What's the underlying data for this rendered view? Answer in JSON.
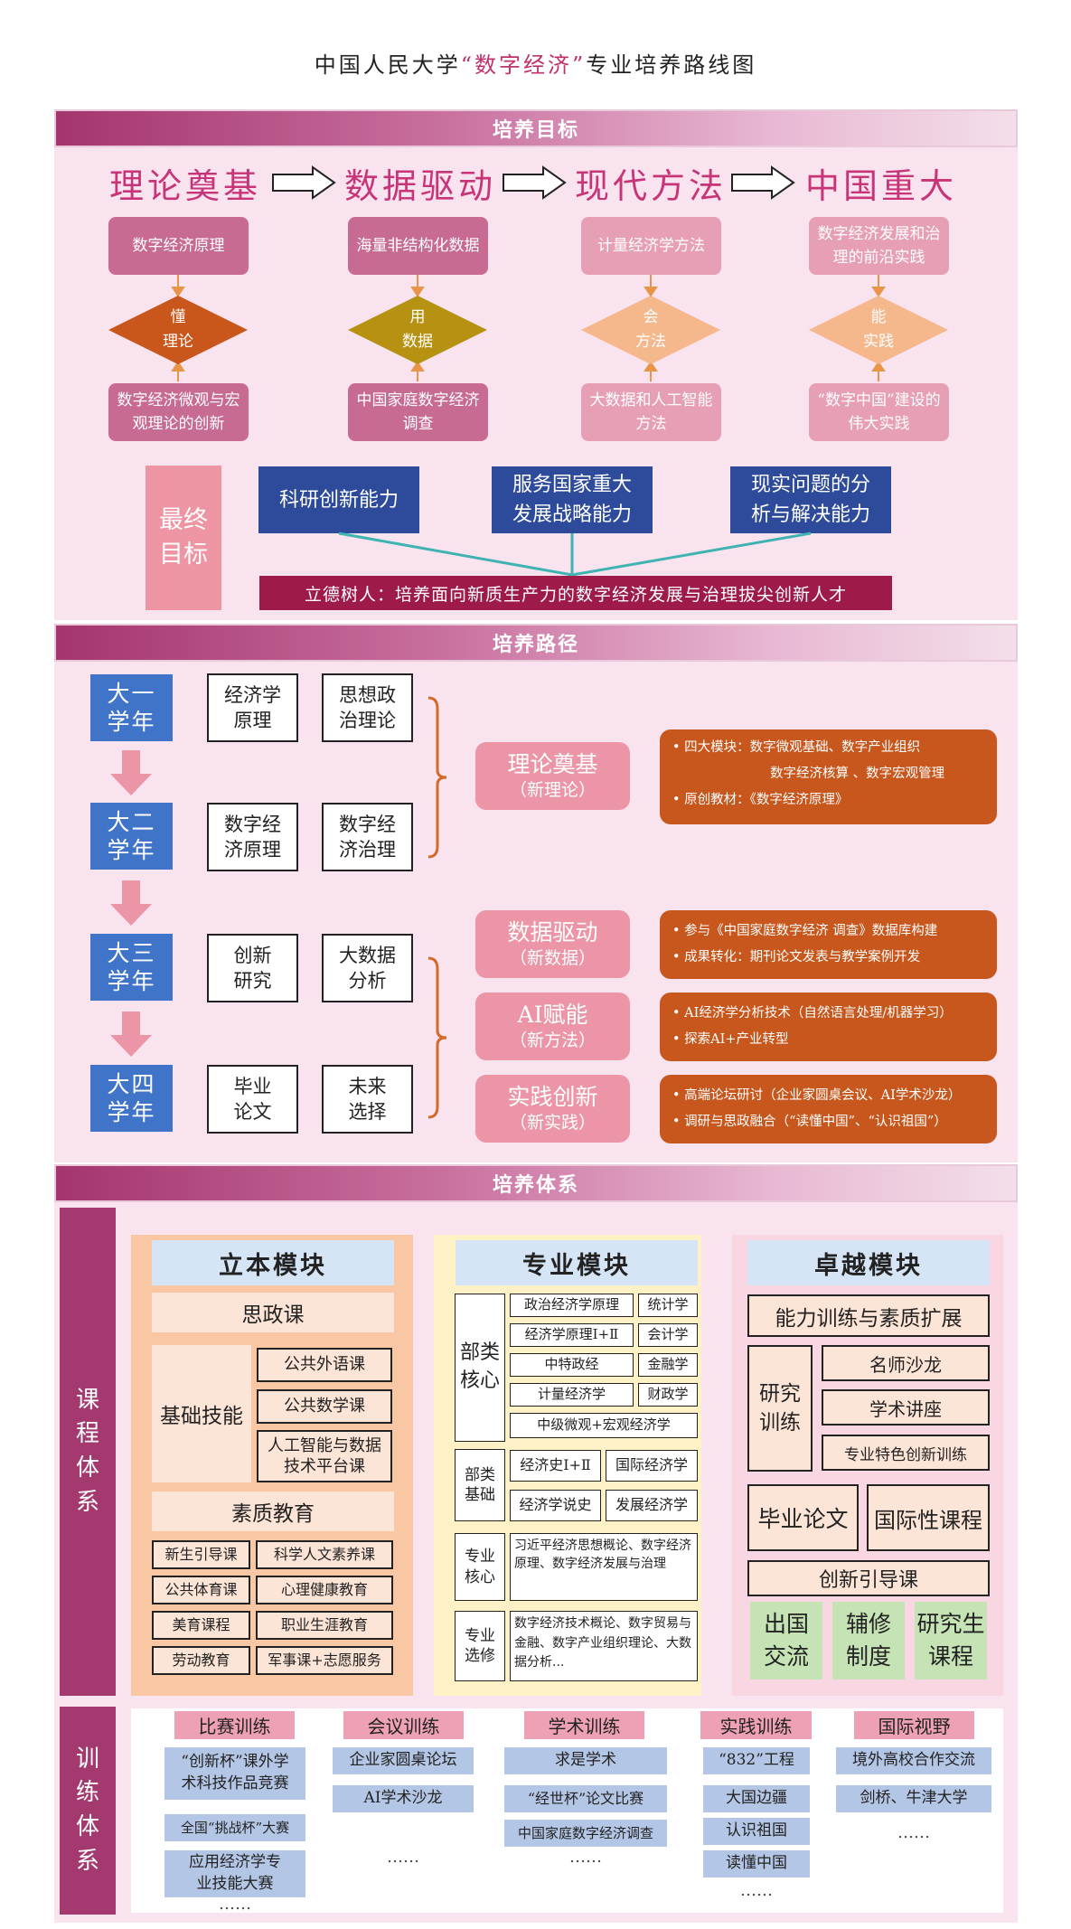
{
  "title": {
    "prefix": "中国人民大学",
    "highlight": "“数字经济”",
    "suffix": "专业培养路线图"
  },
  "sections": {
    "goal": "培养目标",
    "path": "培养路径",
    "system": "培养体系"
  },
  "goals": {
    "headings": [
      "理论奠基",
      "数据驱动",
      "现代方法",
      "中国重大"
    ],
    "top_boxes": [
      "数字经济原理",
      "海量非结构化数据",
      "计量经济学方法",
      "数字经济发展和治理的前沿实践"
    ],
    "diamonds": [
      "懂\n理论",
      "用\n数据",
      "会\n方法",
      "能\n实践"
    ],
    "bottom_boxes": [
      "数字经济微观与宏观理论的创新",
      "中国家庭数字经济调查",
      "大数据和人工智能方法",
      "“数字中国”建设的伟大实践"
    ],
    "final_label": "最终\n目标",
    "abilities": [
      "科研创新能力",
      "服务国家重大\n发展战略能力",
      "现实问题的分\n析与解决能力"
    ],
    "motto": "立德树人：培养面向新质生产力的数字经济发展与治理拔尖创新人才",
    "colors": {
      "diamond1": "#c9571b",
      "diamond2": "#b79112",
      "diamond3": "#f5b78c",
      "diamond4": "#f5b78c"
    }
  },
  "path": {
    "years": [
      {
        "label": "大一\n学年",
        "c1": "经济学\n原理",
        "c2": "思想政\n治理论"
      },
      {
        "label": "大二\n学年",
        "c1": "数字经\n济原理",
        "c2": "数字经\n济治理"
      },
      {
        "label": "大三\n学年",
        "c1": "创新\n研究",
        "c2": "大数据\n分析"
      },
      {
        "label": "大四\n学年",
        "c1": "毕业\n论文",
        "c2": "未来\n选择"
      }
    ],
    "pillars": [
      {
        "a": "理论奠基",
        "b": "（新理论）"
      },
      {
        "a": "数据驱动",
        "b": "（新数据）"
      },
      {
        "a": "AI赋能",
        "b": "（新方法）"
      },
      {
        "a": "实践创新",
        "b": "（新实践）"
      }
    ],
    "details": [
      [
        "• 四大模块：数字微观基础、数字产业组织",
        "数字经济核算 、数字宏观管理",
        "• 原创教材：《数字经济原理》"
      ],
      [
        "• 参与《中国家庭数字经济  调查》数据库构建",
        "• 成果转化：期刊论文发表与教学案例开发"
      ],
      [
        "• AI经济学分析技术（自然语言处理/机器学习）",
        "• 探索AI+产业转型"
      ],
      [
        "• 高端论坛研讨（企业家圆桌会议、AI学术沙龙）",
        "• 调研与思政融合（“读懂中国”、“认识祖国”）"
      ]
    ]
  },
  "course_system": {
    "label": "课\n程\n体\n系",
    "liben": {
      "header": "立本模块",
      "sizheng": "思政课",
      "basic_label": "基础技能",
      "basic_items": [
        "公共外语课",
        "公共数学课",
        "人工智能与数据\n技术平台课"
      ],
      "quality_label": "素质教育",
      "quality_items": [
        "新生引导课",
        "科学人文素养课",
        "公共体育课",
        "心理健康教育",
        "美育课程",
        "职业生涯教育",
        "劳动教育",
        "军事课+志愿服务"
      ]
    },
    "zhuanye": {
      "header": "专业模块",
      "core_label": "部类\n核心",
      "core_items": [
        "政治经济学原理",
        "统计学",
        "经济学原理Ⅰ+Ⅱ",
        "会计学",
        "中特政经",
        "金融学",
        "计量经济学",
        "财政学",
        "中级微观+宏观经济学"
      ],
      "basic_label": "部类\n基础",
      "basic_items": [
        "经济史Ⅰ+Ⅱ",
        "国际经济学",
        "经济学说史",
        "发展经济学"
      ],
      "major_core_label": "专业\n核心",
      "major_core_text": "习近平经济思想概论、数字经济原理、数字经济发展与治理",
      "elective_label": "专业\n选修",
      "elective_text": "数字经济技术概论、数字贸易与金融、数字产业组织理论、大数据分析..."
    },
    "zhuoyue": {
      "header": "卓越模块",
      "ability": "能力训练与素质扩展",
      "research_label": "研究\n训练",
      "research_items": [
        "名师沙龙",
        "学术讲座",
        "专业特色创新训练"
      ],
      "thesis": "毕业论文",
      "intl_course": "国际性课程",
      "innovation": "创新引导课",
      "green": [
        "出国\n交流",
        "辅修\n制度",
        "研究生\n课程"
      ]
    }
  },
  "training_system": {
    "label": "训\n练\n体\n系",
    "columns": [
      {
        "tag": "比赛训练",
        "items": [
          "“创新杯”课外学\n术科技作品竞赛",
          "全国“挑战杯”大赛",
          "应用经济学专\n业技能大赛"
        ],
        "dots": "……"
      },
      {
        "tag": "会议训练",
        "items": [
          "企业家圆桌论坛",
          "AI学术沙龙"
        ],
        "dots": "……"
      },
      {
        "tag": "学术训练",
        "items": [
          "求是学术",
          "“经世杯”论文比赛",
          "中国家庭数字经济调查"
        ],
        "dots": "……"
      },
      {
        "tag": "实践训练",
        "items": [
          "“832”工程",
          "大国边疆",
          "认识祖国",
          "读懂中国"
        ],
        "dots": "……"
      },
      {
        "tag": "国际视野",
        "items": [
          "境外高校合作交流",
          "剑桥、牛津大学"
        ],
        "dots": "……"
      }
    ]
  }
}
